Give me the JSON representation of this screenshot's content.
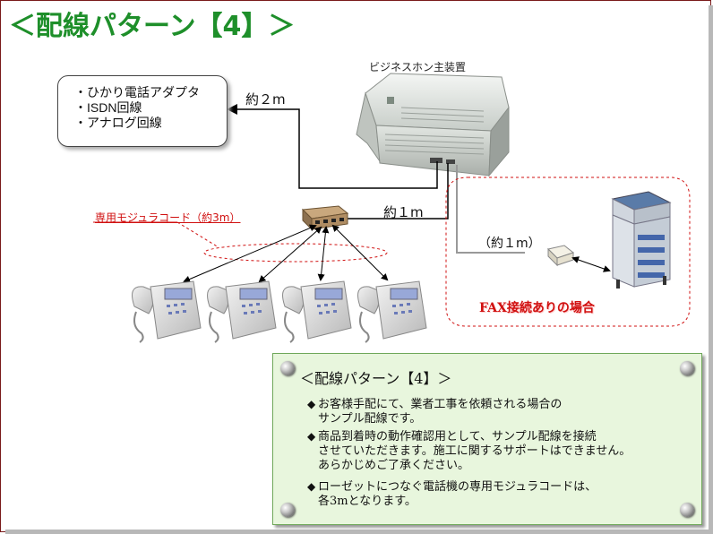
{
  "title": "＜配線パターン【4】＞",
  "main_unit_label": "ビジネスホン主装置",
  "callout": {
    "items": [
      "・ひかり電話アダプタ",
      "・ISDN回線",
      "・アナログ回線"
    ]
  },
  "cable_lengths": {
    "main_to_line": "約２m",
    "main_to_jack": "約１m",
    "fax_cable": "（約１m）"
  },
  "modular_cord_label": "専用モジュラコード（約3m）",
  "fax_label": "FAX接続ありの場合",
  "panel": {
    "title": "＜配線パターン【4】＞",
    "bullets": [
      {
        "marker": "◆",
        "lines": [
          "お客様手配にて、業者工事を依頼される場合の",
          "サンプル配線です。"
        ]
      },
      {
        "marker": "◆",
        "lines": [
          "商品到着時の動作確認用として、サンプル配線を接続",
          "させていただきます。施工に関するサポートはできません。",
          "あらかじめご了承ください。"
        ]
      },
      {
        "marker": "◆",
        "lines": [
          "ローゼットにつなぐ電話機の専用モジュラコードは、",
          "各3mとなります。"
        ]
      }
    ]
  },
  "colors": {
    "title": "#1e8f2a",
    "accent_red": "#d01010",
    "panel_bg": "#e8f6dd",
    "frame": "#7a1a1a"
  },
  "icons": [
    "business-phone-main-unit",
    "modular-jack-box",
    "desk-phone",
    "fax-copier",
    "fax-connector",
    "pushpin"
  ]
}
